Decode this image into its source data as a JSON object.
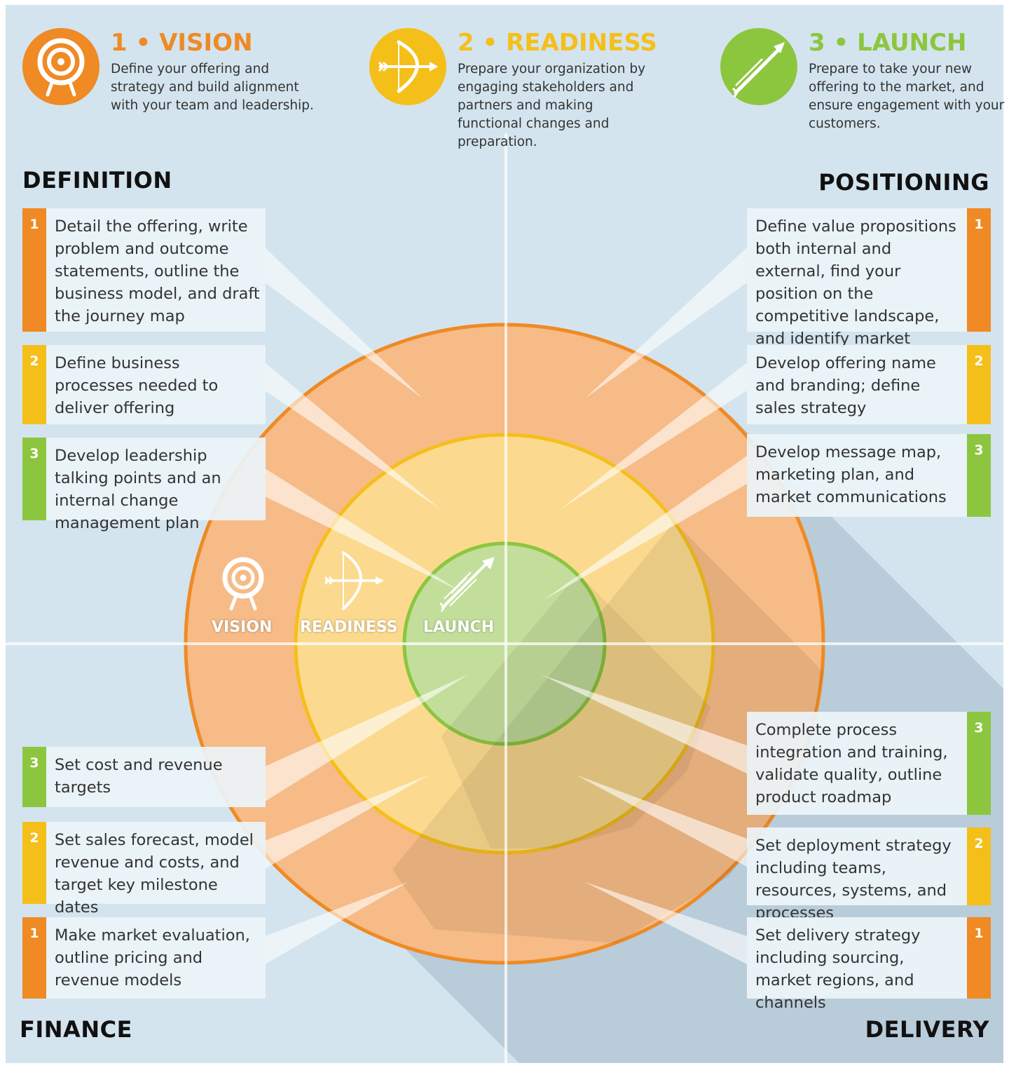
{
  "phases": [
    {
      "title": "1 • VISION",
      "description": "Define your offering and strategy and build alignment with your team and leadership.",
      "icon": "target-icon",
      "color": "#ef8a24"
    },
    {
      "title": "2 • READINESS",
      "description": "Prepare your organization by engaging stakeholders and partners and making functional changes and preparation.",
      "icon": "bow-arrow-icon",
      "color": "#f5bf1a"
    },
    {
      "title": "3 • LAUNCH",
      "description": "Prepare to take your new offering to the market, and ensure engagement with your customers.",
      "icon": "arrow-launch-icon",
      "color": "#8cc63f"
    }
  ],
  "quadrants": {
    "definition": {
      "title": "DEFINITION",
      "steps": [
        {
          "number": "1",
          "text": "Detail the offering, write problem and outcome statements, outline the business model, and draft the journey map"
        },
        {
          "number": "2",
          "text": "Define business processes needed to deliver offering"
        },
        {
          "number": "3",
          "text": "Develop leadership talking points and an internal change management plan"
        }
      ]
    },
    "positioning": {
      "title": "POSITIONING",
      "steps": [
        {
          "number": "1",
          "text": "Define value propositions both internal and external, find your position on the competitive landscape, and identify market"
        },
        {
          "number": "2",
          "text": "Develop offering name and branding; define sales strategy"
        },
        {
          "number": "3",
          "text": "Develop message map, marketing plan, and market communications"
        }
      ]
    },
    "finance": {
      "title": "FINANCE",
      "steps": [
        {
          "number": "3",
          "text": "Set cost and revenue targets"
        },
        {
          "number": "2",
          "text": "Set sales forecast, model revenue and costs, and target key milestone dates"
        },
        {
          "number": "1",
          "text": "Make market evaluation, outline pricing and revenue models"
        }
      ]
    },
    "delivery": {
      "title": "DELIVERY",
      "steps": [
        {
          "number": "3",
          "text": "Complete process integration and training, validate quality, outline product roadmap"
        },
        {
          "number": "2",
          "text": "Set deployment strategy including teams, resources, systems, and processes"
        },
        {
          "number": "1",
          "text": "Set delivery strategy including sourcing, market regions, and channels"
        }
      ]
    }
  },
  "rings": {
    "vision_label": "VISION",
    "readiness_label": "READINESS",
    "launch_label": "LAUNCH"
  },
  "colors": {
    "background": "#d3e4ee",
    "orange": "#ef8a24",
    "yellow": "#f5bf1a",
    "green": "#8cc63f",
    "outer_fill": "#f6bb86",
    "middle_fill": "#fbda8f",
    "inner_fill": "#c3de9b"
  }
}
